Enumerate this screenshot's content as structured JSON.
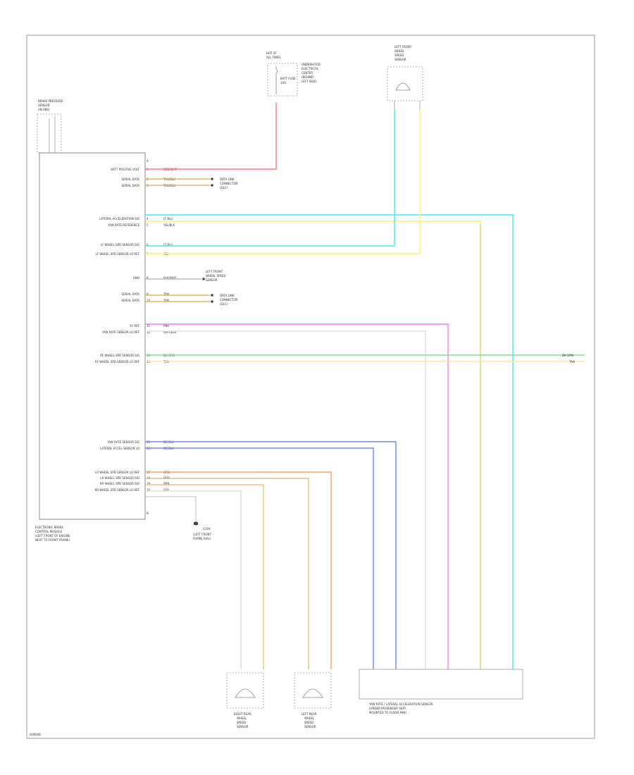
{
  "diagram": {
    "figure_code": "G00048",
    "title_block": {
      "top_fuse_label": [
        "HOT AT",
        "ALL TIMES"
      ],
      "top_fuse_name": [
        "BATT FUSE",
        "10A"
      ],
      "top_fuse_note": [
        "UNDERHOOD",
        "ELECTRICAL",
        "CENTER",
        "(BEHIND",
        "LEFT SIDE)"
      ],
      "brake_pressure_sensor": [
        "BRAKE PRESSURE",
        "SENSOR",
        "(IN ABS)"
      ],
      "ebcm": [
        "ELECTRONIC BRAKE",
        "CONTROL MODULE",
        "(LEFT FRONT OF ENGINE",
        "NEXT TO FRONT FRAME)"
      ],
      "left_front_sensor": [
        "LEFT FRONT",
        "WHEEL",
        "SPEED",
        "SENSOR"
      ],
      "steering_sensor": [
        "YAW RATE / LATERAL ACCELERATION SENSOR",
        "(UNDER PASSENGER SEAT,",
        "MOUNTED TO FLOOR PAN)"
      ],
      "ground_label": [
        "G104",
        "(LEFT FRONT",
        "FRAME RAIL)"
      ],
      "left_rear_sensor": [
        "LEFT REAR",
        "WHEEL",
        "SPEED",
        "SENSOR"
      ],
      "right_rear_sensor": [
        "RIGHT REAR",
        "WHEEL",
        "SPEED",
        "SENSOR"
      ]
    },
    "ebcm_pins": [
      {
        "label": "BATT POSITIVE VOLT",
        "color": "RED/WHT"
      },
      {
        "label": "SERIAL DATA",
        "color": "TAN/BLK"
      },
      {
        "label": "SERIAL DATA",
        "color": "TAN/BLK"
      },
      {
        "label": "LATERAL ACCELERATION SIG",
        "color": "LT BLU"
      },
      {
        "label": "YAW RATE REFERENCE",
        "color": "YEL/BLK"
      },
      {
        "label": "LF WHEEL SPD SENSOR SIG",
        "color": "LT BLU"
      },
      {
        "label": "LF WHEEL SPD SENSOR LO REF",
        "color": "YEL"
      },
      {
        "label": "GND",
        "color": "BLK/WHT"
      },
      {
        "label": "SERIAL DATA",
        "color": "TAN"
      },
      {
        "label": "SERIAL DATA",
        "color": "TAN"
      },
      {
        "label": "5V REF",
        "color": "PNK"
      },
      {
        "label": "YAW RATE SENSOR LO REF",
        "color": "WHT/BLK"
      },
      {
        "label": "RF WHEEL SPD SENSOR SIG",
        "color": "DK GRN"
      },
      {
        "label": "RF WHEEL SPD SENSOR LO REF",
        "color": "TAN"
      },
      {
        "label": "YAW RATE SENSOR SIG",
        "color": "DK BLU"
      },
      {
        "label": "LATERAL ACCEL SENSOR LO",
        "color": "DK BLU"
      },
      {
        "label": "LR WHEEL SPD SENSOR LO REF",
        "color": "ORN"
      },
      {
        "label": "LR WHEEL SPD SENSOR SIG",
        "color": "ORN"
      },
      {
        "label": "RR WHEEL SPD SENSOR SIG",
        "color": "BRN"
      },
      {
        "label": "RR WHEEL SPD SENSOR LO REF",
        "color": "GRY"
      }
    ],
    "notes": [
      "DATA LINK",
      "CONNECTOR",
      "(DLC)",
      "LEFT FRONT",
      "WHEEL SPEED",
      "SENSOR"
    ],
    "wire_colors": {
      "power": "#ff7b82",
      "serial": "#e8b46a",
      "lateral": "#48e8ec",
      "yaw": "#fff275",
      "green": "#88e090",
      "pink": "#f77ef5",
      "blue": "#7c88ea",
      "orange": "#f5a66b",
      "tan": "#e4c078",
      "ground": "#bcbcbc"
    },
    "right_edge_labels": [
      "DK GRN",
      "TAN"
    ]
  }
}
